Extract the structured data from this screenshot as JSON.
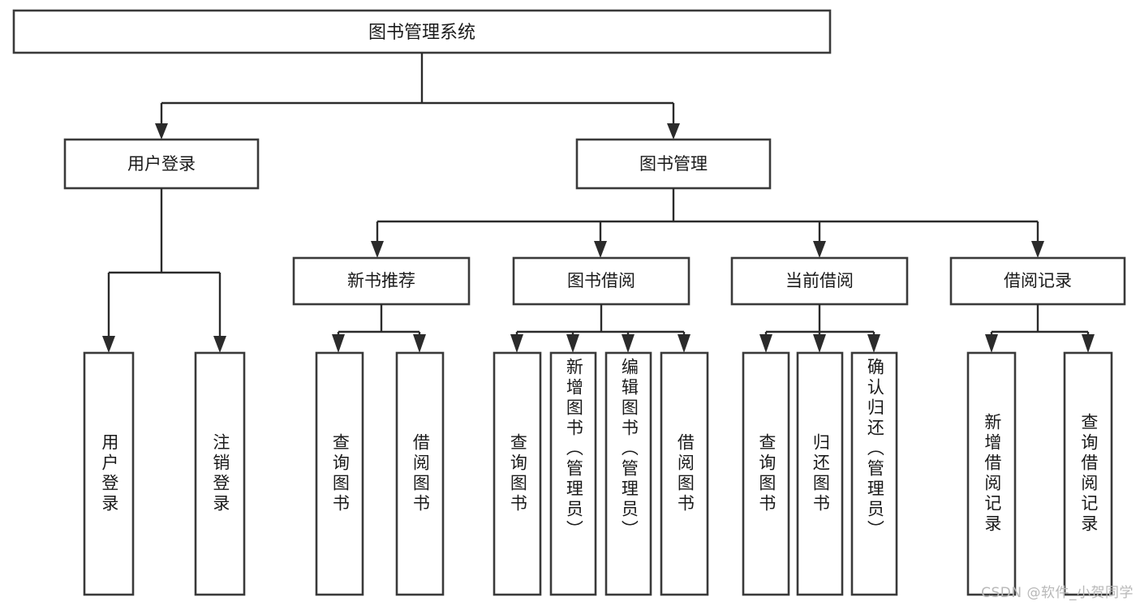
{
  "diagram": {
    "type": "hierarchy-tree",
    "title": "图书管理系统",
    "watermark": "CSDN @软件_小贺同学",
    "colors": {
      "box_fill": "#ffffff",
      "box_stroke": "#3a3a3a",
      "connector": "#2b2b2b",
      "text": "#1a1a1a",
      "watermark": "#b8b8b8",
      "background": "#ffffff"
    },
    "root": {
      "label": "图书管理系统"
    },
    "level2": [
      {
        "label": "用户登录"
      },
      {
        "label": "图书管理"
      }
    ],
    "level3": [
      {
        "label": "新书推荐"
      },
      {
        "label": "图书借阅"
      },
      {
        "label": "当前借阅"
      },
      {
        "label": "借阅记录"
      }
    ],
    "leaves": {
      "user_login": [
        {
          "label": "用户登录"
        },
        {
          "label": "注销登录"
        }
      ],
      "new_book_recommend": [
        {
          "label": "查询图书"
        },
        {
          "label": "借阅图书"
        }
      ],
      "book_borrow": [
        {
          "label": "查询图书"
        },
        {
          "label": "新增图书（管理员）"
        },
        {
          "label": "编辑图书（管理员）"
        },
        {
          "label": "借阅图书"
        }
      ],
      "current_borrow": [
        {
          "label": "查询图书"
        },
        {
          "label": "归还图书"
        },
        {
          "label": "确认归还（管理员）"
        }
      ],
      "borrow_record": [
        {
          "label": "新增借阅记录"
        },
        {
          "label": "查询借阅记录"
        }
      ]
    }
  }
}
